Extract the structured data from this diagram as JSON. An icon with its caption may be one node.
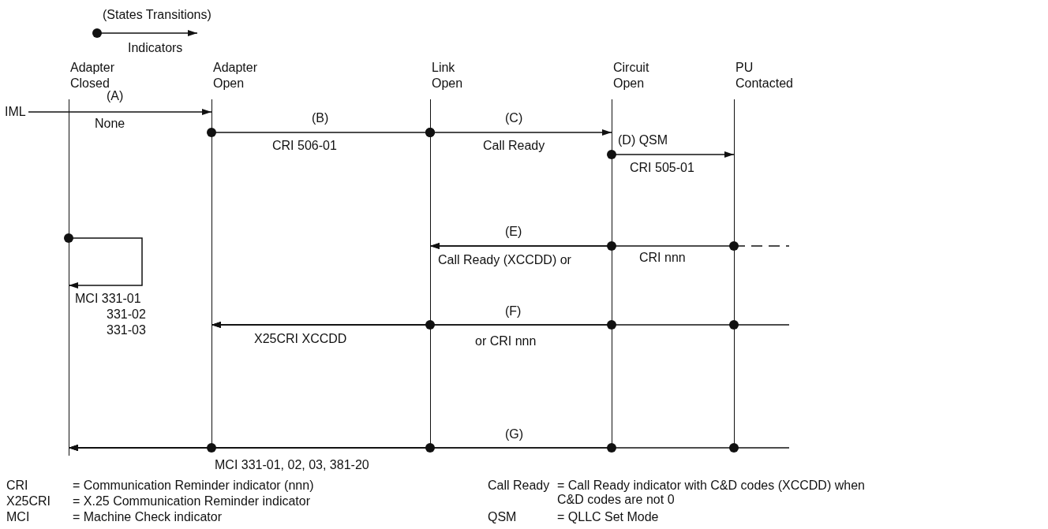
{
  "diagram": {
    "nodes": [
      {
        "text": [
          "Adapter Closed"
        ]
      },
      {
        "text": [
          "Adapter Open"
        ]
      },
      {
        "text": [
          "Link Open"
        ]
      },
      {
        "text": [
          "Circuit Open"
        ]
      },
      {
        "text": [
          "PU Contacted"
        ]
      },
      {
        "text": [
          "IML"
        ]
      }
    ],
    "edges": [
      {
        "from": 5,
        "to": 1,
        "arrow": "to",
        "label": "(A)"
      },
      {
        "from": 1,
        "to": 2,
        "arrow": "other",
        "label": "(B)"
      },
      {
        "from": 2,
        "to": 3,
        "arrow": "to",
        "label": "(C)"
      },
      {
        "from": 3,
        "to": 4,
        "arrow": "to",
        "label": "(D) QSM"
      },
      {
        "from": 0,
        "to": 0,
        "arrow": "to"
      },
      {
        "from": 3,
        "to": 2,
        "arrow": "to",
        "label": "(E)"
      },
      {
        "from": 4,
        "to": 2,
        "arrow": "to"
      },
      {
        "from": 2,
        "to": 1,
        "arrow": "to"
      },
      {
        "from": 3,
        "to": 1,
        "arrow": "to",
        "label": "(F)"
      },
      {
        "from": 4,
        "to": 1,
        "arrow": "to"
      },
      {
        "from": 1,
        "to": 0,
        "arrow": "to"
      },
      {
        "from": 2,
        "to": 0,
        "arrow": "to"
      },
      {
        "from": 3,
        "to": 0,
        "arrow": "to",
        "label": "(G)"
      },
      {
        "from": 4,
        "to": 0,
        "arrow": "to"
      }
    ],
    "labels": [
      "None",
      "CRI 506-01",
      "Call Ready",
      "CRI 505-01",
      "Call Ready (XCCDD) or",
      "CRI nnn",
      "MCI 331-01",
      "331-02",
      "331-03",
      "X25CRI XCCDD",
      "or CRI nnn",
      "MCI 331-01, 02, 03, 381-20",
      "CRI",
      "= Communication Reminder indicator (nnn)",
      "Call Ready",
      "= Call Ready indicator with C&D codes (XCCDD) when C&D codes are not 0",
      "X25CRI",
      "= X.25 Communication Reminder indicator",
      "MCI",
      "= Machine Check indicator",
      "QSM",
      "= QLLC Set Mode"
    ],
    "legend": [
      {
        "text": "(States Transitions)"
      },
      {
        "text": "Indicators"
      }
    ]
  }
}
